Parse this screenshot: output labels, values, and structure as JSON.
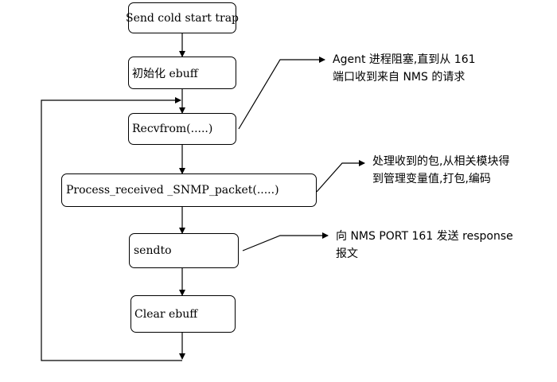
{
  "steps": {
    "s1": "Send cold start trap",
    "s2": "初始化 ebuff",
    "s3": "Recvfrom(.....)",
    "s4": "Process_received _SNMP_packet(.....)",
    "s5": "sendto",
    "s6": "Clear ebuff"
  },
  "notes": {
    "n1_line1": "Agent 进程阻塞,直到从  161",
    "n1_line2": "端口收到来自 NMS 的请求",
    "n2_line1": "处理收到的包,从相关模块得",
    "n2_line2": "到管理变量值,打包,编码",
    "n3_line1": "向 NMS PORT 161 发送 response",
    "n3_line2": "报文"
  },
  "colors": {
    "line": "#000000",
    "background": "#ffffff"
  }
}
